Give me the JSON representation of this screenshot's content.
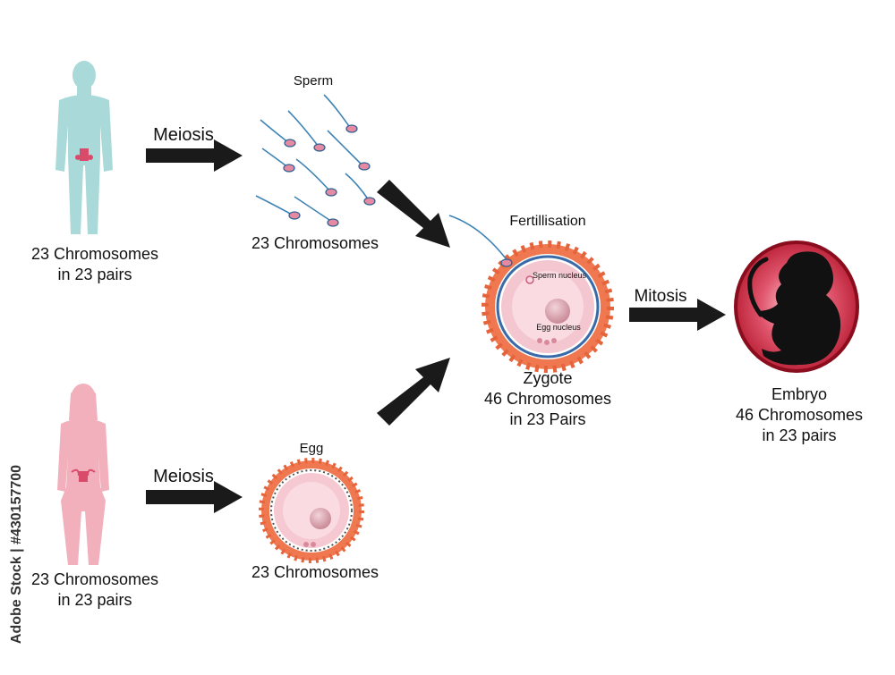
{
  "male": {
    "label_line1": "23 Chromosomes",
    "label_line2": "in 23 pairs",
    "color": "#a8d8d8"
  },
  "female": {
    "label_line1": "23 Chromosomes",
    "label_line2": "in 23 pairs",
    "color": "#f2aab8"
  },
  "meiosis_top": "Meiosis",
  "meiosis_bottom": "Meiosis",
  "sperm": {
    "title": "Sperm",
    "label": "23 Chromosomes"
  },
  "egg": {
    "title": "Egg",
    "label": "23 Chromosomes"
  },
  "fertilisation": {
    "title": "Fertillisation",
    "sperm_nucleus": "Sperm nucleus",
    "egg_nucleus": "Egg nucleus"
  },
  "zygote": {
    "line1": "Zygote",
    "line2": "46 Chromosomes",
    "line3": "in 23 Pairs"
  },
  "mitosis": "Mitosis",
  "embryo": {
    "line1": "Embryo",
    "line2": "46 Chromosomes",
    "line3": "in 23 pairs"
  },
  "stock_id": "Adobe Stock | #430157700",
  "colors": {
    "arrow": "#1a1a1a",
    "cell_outer": "#f07850",
    "cell_inner": "#f4c6cf",
    "membrane": "#3a6aa8",
    "embryo_red": "#c8283c"
  }
}
